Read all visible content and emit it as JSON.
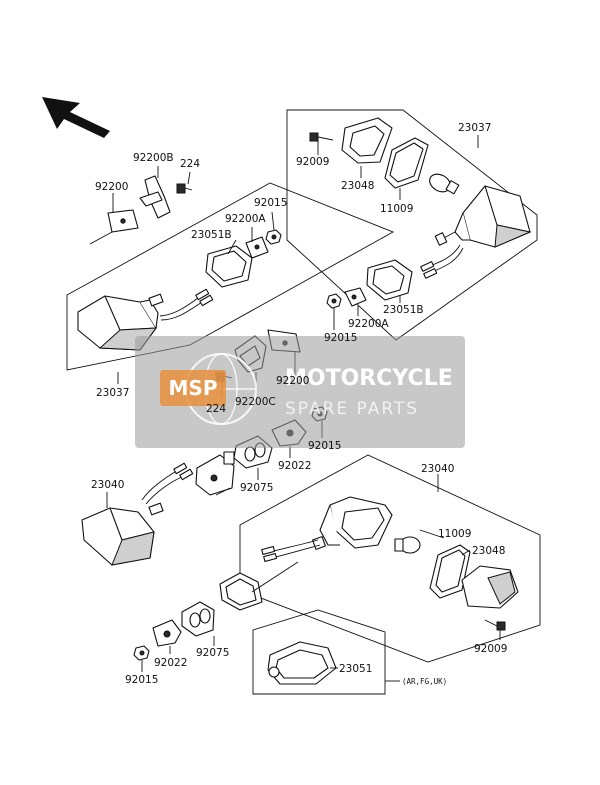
{
  "labels": {
    "l_23037_top": "23037",
    "l_92009_top": "92009",
    "l_23048_top": "23048",
    "l_11009_top": "11009",
    "l_23051B_right": "23051B",
    "l_92200A_right": "92200A",
    "l_92015_right": "92015",
    "l_92200B": "92200B",
    "l_224_top": "224",
    "l_92200": "92200",
    "l_92015_mid": "92015",
    "l_92200A_mid": "92200A",
    "l_23051B_mid": "23051B",
    "l_23037_left": "23037",
    "l_92200_center": "92200",
    "l_224_center": "224",
    "l_92200C": "92200C",
    "l_92015_center": "92015",
    "l_92022_center": "92022",
    "l_92075_center": "92075",
    "l_23040_left": "23040",
    "l_23040_right": "23040",
    "l_11009_bottom": "11009",
    "l_23048_bottom": "23048",
    "l_92009_bottom": "92009",
    "l_92075_bottom": "92075",
    "l_92022_bottom": "92022",
    "l_92015_bottom": "92015",
    "l_23051": "23051",
    "market_note": "(AR,FG,UK)"
  },
  "watermark": {
    "logo": "MSP",
    "title": "MOTORCYCLE",
    "subtitle": "SPARE PARTS"
  },
  "colors": {
    "watermark_panel": "#9a9a9a",
    "watermark_logo": "#e8913c"
  }
}
